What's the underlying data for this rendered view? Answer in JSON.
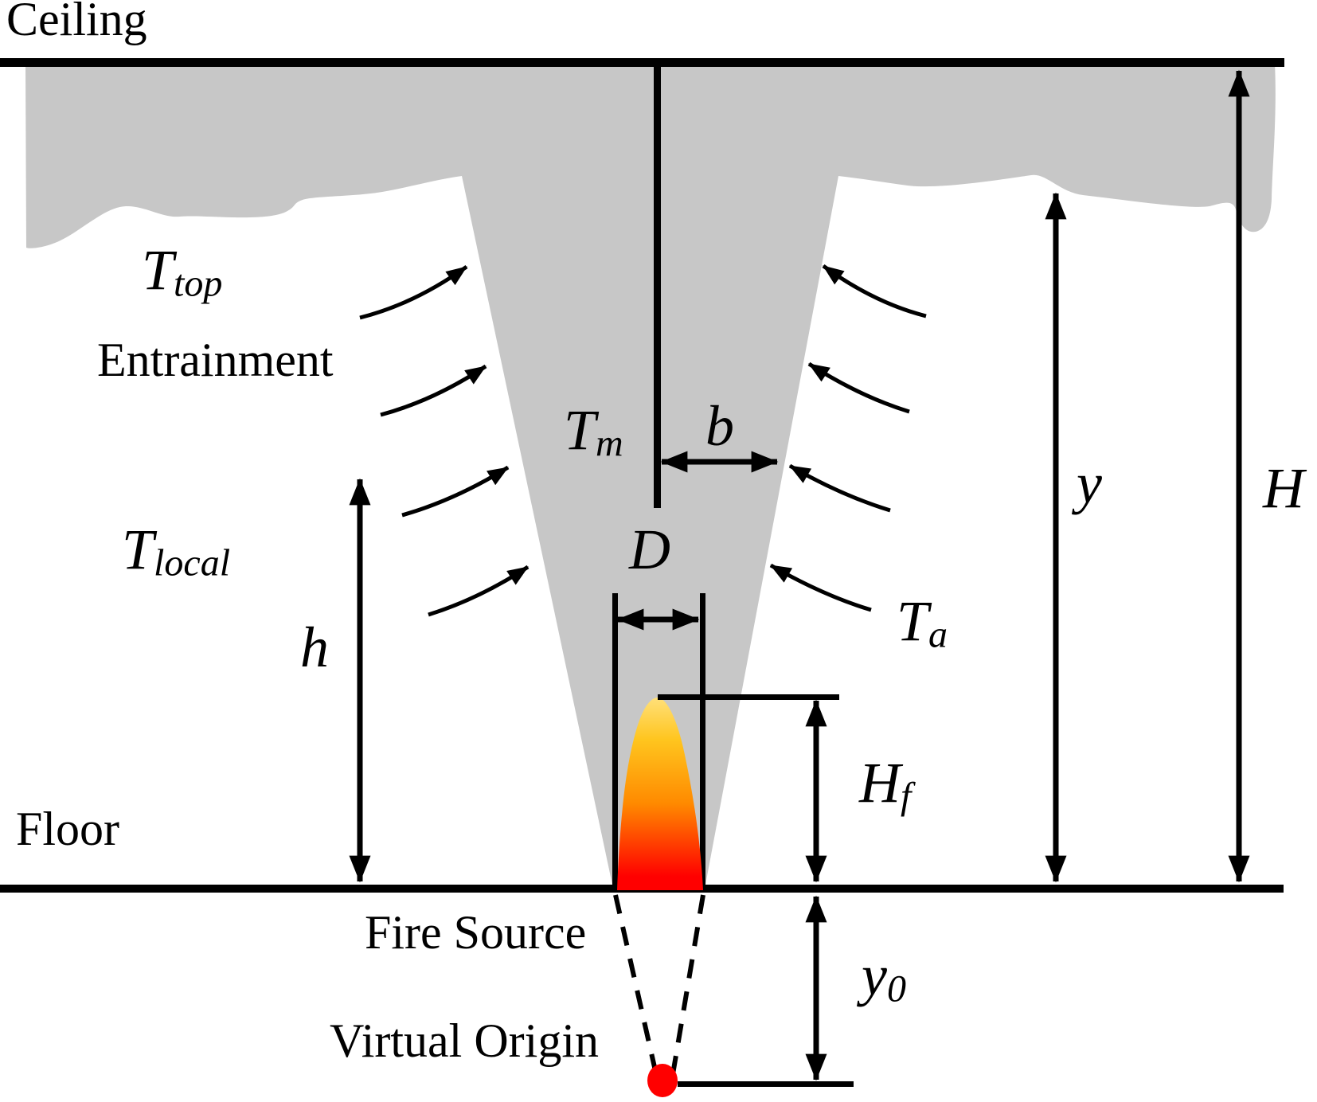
{
  "diagram": {
    "kind": "fire-plume-schematic",
    "labels": {
      "ceiling": "Ceiling",
      "floor": "Floor",
      "entrainment": "Entrainment",
      "fire_source": "Fire Source",
      "virtual_origin": "Virtual Origin",
      "t_top": {
        "base": "T",
        "sub": "top"
      },
      "t_local": {
        "base": "T",
        "sub": "local"
      },
      "t_m": {
        "base": "T",
        "sub": "m"
      },
      "t_a": {
        "base": "T",
        "sub": "a"
      },
      "plume_radius": "b",
      "fire_diameter": "D",
      "flame_height": {
        "base": "H",
        "sub": "f"
      },
      "virtual_origin_depth": {
        "base": "y",
        "sub": "0"
      },
      "local_height": "h",
      "plume_height": "y",
      "ceiling_height": "H"
    },
    "colors": {
      "background": "#ffffff",
      "line": "#000000",
      "smoke": "#c7c7c7",
      "flame_tip": "#ffe07a",
      "flame_yellow": "#ffc51e",
      "flame_orange": "#ff8a00",
      "flame_red": "#ff0000",
      "virtual_origin_dot": "#ff0000"
    }
  }
}
